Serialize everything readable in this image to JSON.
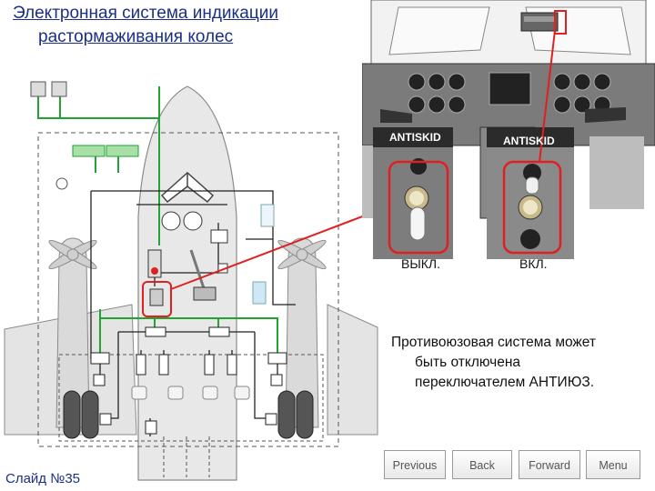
{
  "title": {
    "line1": "Электронная система индикации",
    "line2": "растормаживания колес"
  },
  "switches": {
    "left_panel_label": "ANTISKID",
    "right_panel_label": "ANTISKID",
    "off_label": "ВЫКЛ.",
    "on_label": "ВКЛ."
  },
  "note": {
    "line1": "Противоюзовая система может",
    "line2": "быть отключена",
    "line3": "переключателем АНТИЮЗ."
  },
  "nav": {
    "previous": "Previous",
    "back": "Back",
    "forward": "Forward",
    "menu": "Menu"
  },
  "footer": {
    "slide_number": "Слайд №35"
  },
  "colors": {
    "title": "#1b2f86",
    "highlight": "#e02020",
    "wire_green": "#21a336",
    "aircraft_fill": "#e4e4e4"
  }
}
